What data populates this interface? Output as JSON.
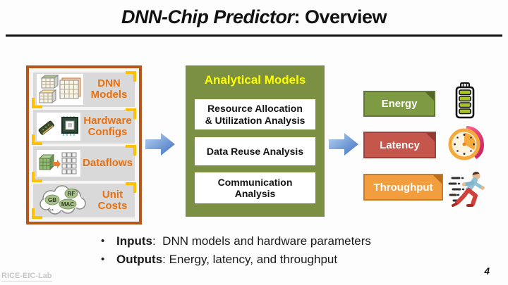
{
  "slide": {
    "title_em": "DNN-Chip Predictor",
    "title_rest": ": Overview",
    "page_number": "4",
    "watermark": "RICE-EIC-Lab",
    "bullet_char": "•"
  },
  "colors": {
    "inputs_border": "#b5561a",
    "inputs_panel": "#d9d9d9",
    "inputs_bracket": "#ffc000",
    "inputs_text": "#e8700f",
    "analytical_bg": "#7b9042",
    "analytical_title": "#ffff00",
    "energy_fill": "#7e9b44",
    "latency_fill": "#c5564c",
    "throughput_fill": "#f29d3e",
    "arrow_blue": "#4472c4"
  },
  "inputs": {
    "items": [
      {
        "label": "DNN\nModels",
        "icon": "dnn-tensors-icon"
      },
      {
        "label": "Hardware\nConfigs",
        "icon": "chip-icon"
      },
      {
        "label": "Dataflows",
        "icon": "dataflow-grid-icon"
      },
      {
        "label": "Unit\nCosts",
        "icon": "unit-cost-cloud-icon",
        "cloud": {
          "gb": "GB",
          "rf": "RF",
          "mac": "MAC",
          "dots": "..."
        }
      }
    ]
  },
  "analytical": {
    "title": "Analytical Models",
    "models": [
      "Resource Allocation\n& Utilization Analysis",
      "Data Reuse Analysis",
      "Communication\nAnalysis"
    ]
  },
  "outputs": [
    {
      "label": "Energy",
      "icon": "battery-icon"
    },
    {
      "label": "Latency",
      "icon": "clock-icon"
    },
    {
      "label": "Throughput",
      "icon": "runner-icon"
    }
  ],
  "bullets": [
    {
      "term": "Inputs",
      "rest": ":  DNN models and hardware parameters"
    },
    {
      "term": "Outputs",
      "rest": ": Energy, latency, and throughput"
    }
  ]
}
